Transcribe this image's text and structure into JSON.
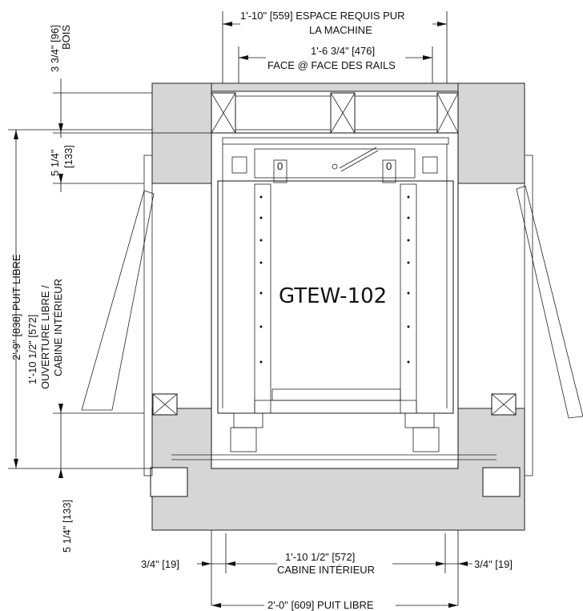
{
  "labels": {
    "top_dim_1": "1'-10\" [559] ESPACE REQUIS PUR",
    "top_dim_1b": "LA MACHINE",
    "top_dim_2": "1'-6 3/4\" [476]",
    "top_dim_2b": "FACE @ FACE DES RAILS",
    "left_top_1": "3 3/4\" [96]",
    "left_top_2": "BOIS",
    "left_5q_top_1": "5 1/4\"",
    "left_5q_top_2": "[133]",
    "left_puit": "2'-9\" [838] PUIT LIBRE",
    "left_open_1": "1'-10 1/2\" [572]",
    "left_open_2": "OUVERTURE LIBRE /",
    "left_open_3": "CABINE INTÉRIEUR",
    "left_5q_bot": "5 1/4\" [133]",
    "center_model": "GTEW-102",
    "bottom_left": "3/4\" [19]",
    "bottom_center_1": "1'-10 1/2\" [572]",
    "bottom_center_2": "CABINE INTÉRIEUR",
    "bottom_right": "3/4\" [19]",
    "bottom_puit": "2'-0\" [609] PUIT LIBRE"
  }
}
